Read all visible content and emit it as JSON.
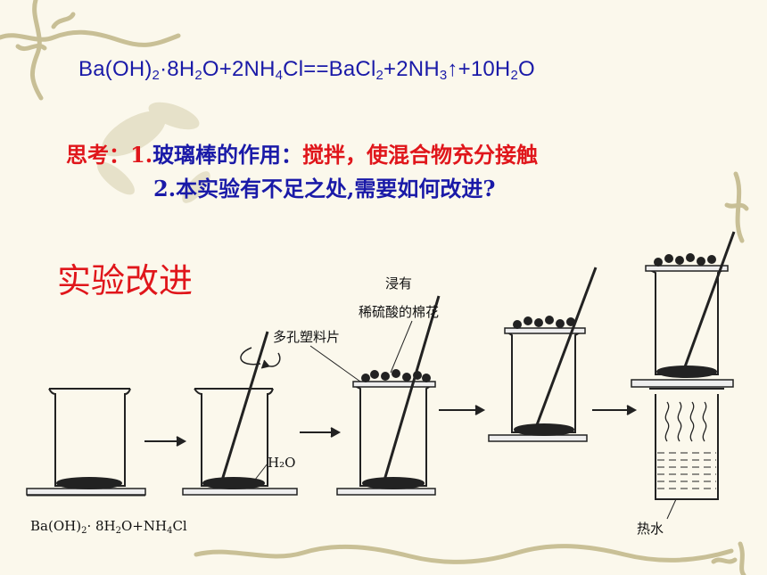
{
  "equation": {
    "p1": "Ba(OH)",
    "s1": "2",
    "p2": "·8H",
    "s2": "2",
    "p3": "O+2NH",
    "s3": "4",
    "p4": "Cl==BaCl",
    "s4": "2",
    "p5": "+2NH",
    "s5": "3",
    "p6": "↑+10H",
    "s6": "2",
    "p7": "O"
  },
  "question": {
    "lead": "思考：",
    "q1_number": "1.",
    "q1_text": "玻璃棒的作用：",
    "q1_answer": "搅拌，使混合物充分接触",
    "q2": "2.本实验有不足之处,需要如何改进?"
  },
  "section_title": "实验改进",
  "diagram": {
    "label_soaked_line1": "浸有",
    "label_soaked_line2": "稀硫酸的棉花",
    "label_plastic_sheet": "多孔塑料片",
    "label_water": "H₂O",
    "label_hot_water": "热水",
    "formula": {
      "p1": "Ba(OH)",
      "s1": "2",
      "p2": "· 8H",
      "s2": "2",
      "p3": "O+NH",
      "s3": "4",
      "p4": "Cl"
    }
  }
}
